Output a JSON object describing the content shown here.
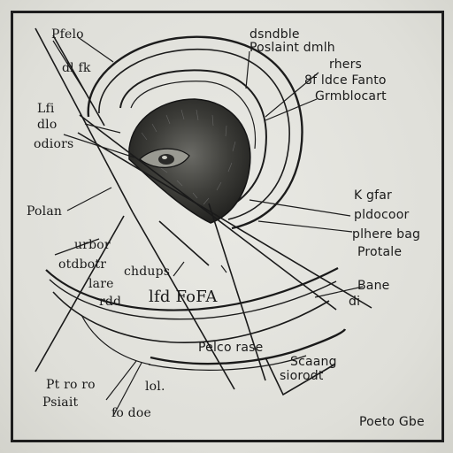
{
  "labels": {
    "tl1": "Pfelo",
    "tl2": "dl fk",
    "tc1": "dsndble",
    "tc2": "Poslaint dmlh",
    "tr1": "rhers",
    "tr2": "8f ldce Fanto",
    "tr3": "Grmblocart",
    "l1": "Lfi",
    "l2": "dlo",
    "l3": "odiors",
    "l4": "Polan",
    "r1": "K gfar",
    "r2": "pldocoor",
    "r3": "plhere bag",
    "r4": "Protale",
    "ml1": "urbor",
    "ml2": "otdbotr",
    "ml3": "lare",
    "ml4": "rdd",
    "mc1": "chdups",
    "mc2": "lfd FoFA",
    "mr1": "Bane",
    "mr2": "di",
    "bc": "Pelco rase",
    "bl1": "Pt ro ro",
    "bl2": "Psiait",
    "bl3": "lol.",
    "bl4": "fo doe",
    "br1": "Scaang",
    "br2": "siorodt",
    "corner": "Poeto Gbe"
  }
}
